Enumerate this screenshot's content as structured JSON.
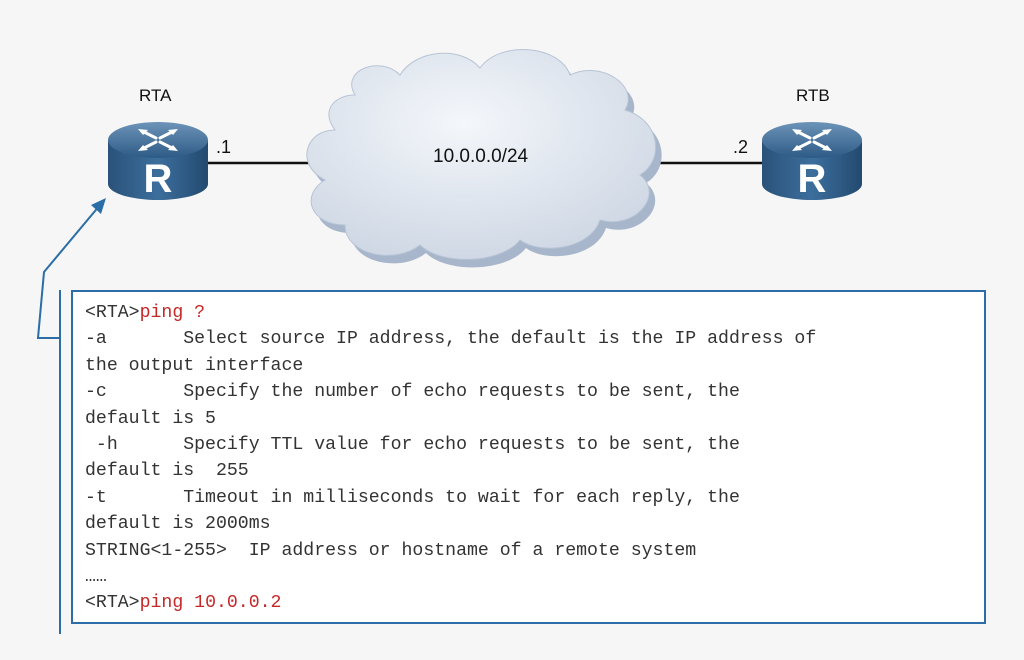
{
  "topology": {
    "router_a": {
      "name": "RTA",
      "interface": ".1",
      "icon": "router-icon"
    },
    "router_b": {
      "name": "RTB",
      "interface": ".2",
      "icon": "router-icon"
    },
    "network": {
      "subnet": "10.0.0.0/24",
      "icon": "cloud-icon"
    },
    "colors": {
      "router": "#2f5f8a",
      "cloud": "#d4dde8",
      "frame": "#2a6da7",
      "command": "#c62828"
    }
  },
  "console": {
    "prompt_1": "<RTA>",
    "command_1": "ping ?",
    "lines": [
      "-a       Select source IP address, the default is the IP address of",
      "the output interface",
      "-c       Specify the number of echo requests to be sent, the",
      "default is 5",
      " -h      Specify TTL value for echo requests to be sent, the",
      "default is  255",
      "-t       Timeout in milliseconds to wait for each reply, the",
      "default is 2000ms",
      "STRING<1-255>  IP address or hostname of a remote system",
      "……"
    ],
    "prompt_2": "<RTA>",
    "command_2": "ping 10.0.0.2"
  }
}
